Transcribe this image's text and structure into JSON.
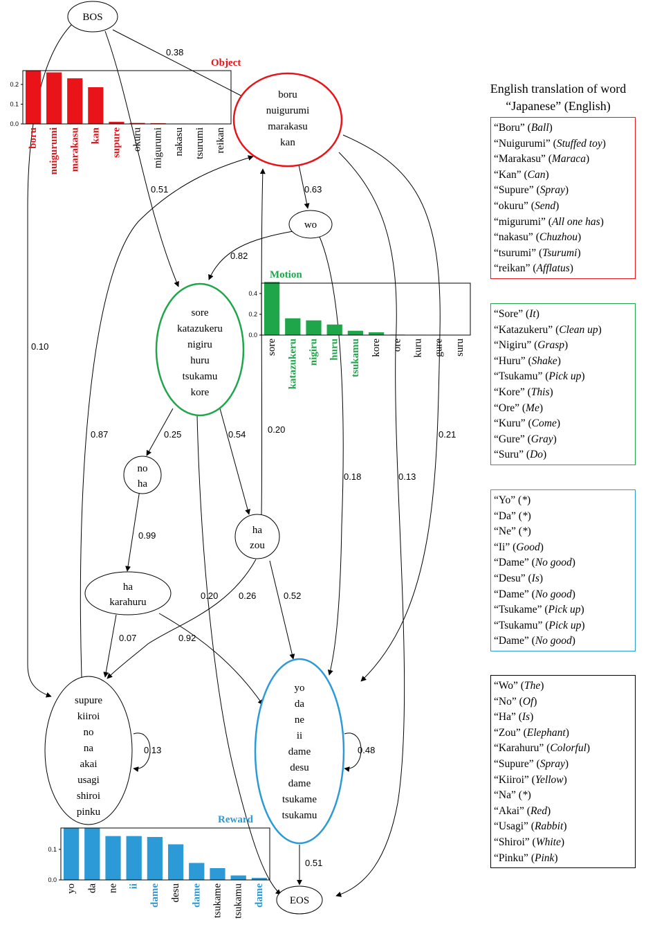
{
  "colors": {
    "object": "#e8141a",
    "motion": "#1fa64a",
    "reward": "#2b9ad6",
    "black": "#000000"
  },
  "nodes": {
    "bos": [
      "BOS"
    ],
    "object": [
      "boru",
      "nuigurumi",
      "marakasu",
      "kan"
    ],
    "wo": [
      "wo"
    ],
    "motion": [
      "sore",
      "katazukeru",
      "nigiru",
      "huru",
      "tsukamu",
      "kore"
    ],
    "noha": [
      "no",
      "ha"
    ],
    "hazou": [
      "ha",
      "zou"
    ],
    "hakara": [
      "ha",
      "karahuru"
    ],
    "supure": [
      "supure",
      "kiiroi",
      "no",
      "na",
      "akai",
      "usagi",
      "shiroi",
      "pinku"
    ],
    "reward": [
      "yo",
      "da",
      "ne",
      "ii",
      "dame",
      "desu",
      "dame",
      "tsukame",
      "tsukamu"
    ],
    "eos": [
      "EOS"
    ]
  },
  "edges": [
    "0.38",
    "0.63",
    "0.82",
    "0.51",
    "0.10",
    "0.87",
    "0.25",
    "0.54",
    "0.20",
    "0.99",
    "0.20",
    "0.26",
    "0.52",
    "0.18",
    "0.13",
    "0.21",
    "0.07",
    "0.92",
    "0.13",
    "0.48",
    "0.51"
  ],
  "chart_data": [
    {
      "type": "bar",
      "title": "Object",
      "categories": [
        "boru",
        "nuigurumi",
        "marakasu",
        "kan",
        "supure",
        "okuru",
        "migurumi",
        "nakasu",
        "tsurumi",
        "reikan"
      ],
      "values": [
        0.27,
        0.26,
        0.23,
        0.185,
        0.01,
        0.004,
        0.003,
        0.001,
        0.001,
        0.001
      ],
      "highlighted": [
        true,
        true,
        true,
        true,
        true,
        false,
        false,
        false,
        false,
        false
      ],
      "yticks": [
        "0.0",
        "0.1",
        "0.2"
      ],
      "ylim": [
        0,
        0.27
      ]
    },
    {
      "type": "bar",
      "title": "Motion",
      "categories": [
        "sore",
        "katazukeru",
        "nigiru",
        "huru",
        "tsukamu",
        "kore",
        "ore",
        "kuru",
        "gure",
        "suru"
      ],
      "values": [
        0.51,
        0.16,
        0.14,
        0.1,
        0.04,
        0.025,
        0.003,
        0.002,
        0.002,
        0.001
      ],
      "highlighted": [
        false,
        true,
        true,
        true,
        true,
        false,
        false,
        false,
        false,
        false
      ],
      "yticks": [
        "0.0",
        "0.2",
        "0.4"
      ],
      "ylim": [
        0,
        0.5
      ]
    },
    {
      "type": "bar",
      "title": "Reward",
      "categories": [
        "yo",
        "da",
        "ne",
        "ii",
        "dame",
        "desu",
        "dame",
        "tsukame",
        "tsukamu",
        "dame"
      ],
      "values": [
        0.17,
        0.17,
        0.143,
        0.143,
        0.14,
        0.116,
        0.055,
        0.038,
        0.014,
        0.006
      ],
      "highlighted": [
        false,
        false,
        false,
        true,
        true,
        false,
        true,
        false,
        false,
        true
      ],
      "yticks": [
        "0.0",
        "0.1"
      ],
      "ylim": [
        0,
        0.17
      ]
    }
  ],
  "translation": {
    "title_line1": "English translation of word",
    "title_line2": "“Japanese” (English)",
    "object": [
      [
        "“Boru”",
        "Ball"
      ],
      [
        "“Nuigurumi”",
        "Stuffed toy"
      ],
      [
        "“Marakasu”",
        "Maraca"
      ],
      [
        "“Kan”",
        "Can"
      ],
      [
        "“Supure”",
        "Spray"
      ],
      [
        "“okuru”",
        "Send"
      ],
      [
        "“migurumi”",
        "All one has"
      ],
      [
        "“nakasu”",
        "Chuzhou"
      ],
      [
        "“tsurumi”",
        "Tsurumi"
      ],
      [
        "“reikan”",
        "Afflatus"
      ]
    ],
    "motion": [
      [
        "“Sore”",
        "It"
      ],
      [
        "“Katazukeru”",
        "Clean up"
      ],
      [
        "“Nigiru”",
        "Grasp"
      ],
      [
        "“Huru”",
        "Shake"
      ],
      [
        "“Tsukamu”",
        "Pick up"
      ],
      [
        "“Kore”",
        "This"
      ],
      [
        "“Ore”",
        "Me"
      ],
      [
        "“Kuru”",
        "Come"
      ],
      [
        "“Gure”",
        "Gray"
      ],
      [
        "“Suru”",
        "Do"
      ]
    ],
    "reward": [
      [
        "“Yo”",
        "*"
      ],
      [
        "“Da”",
        "*"
      ],
      [
        "“Ne”",
        "*"
      ],
      [
        "“Ii”",
        "Good"
      ],
      [
        "“Dame”",
        "No good"
      ],
      [
        "“Desu”",
        "Is"
      ],
      [
        "“Dame”",
        "No good"
      ],
      [
        "“Tsukame”",
        "Pick up"
      ],
      [
        "“Tsukamu”",
        "Pick up"
      ],
      [
        "“Dame”",
        "No good"
      ]
    ],
    "function": [
      [
        "“Wo”",
        "The"
      ],
      [
        "“No”",
        "Of"
      ],
      [
        "“Ha”",
        "Is"
      ],
      [
        "“Zou”",
        "Elephant"
      ],
      [
        "“Karahuru”",
        "Colorful"
      ],
      [
        "“Supure”",
        "Spray"
      ],
      [
        "“Kiiroi”",
        "Yellow"
      ],
      [
        "“Na”",
        "*"
      ],
      [
        "“Akai”",
        "Red"
      ],
      [
        "“Usagi”",
        "Rabbit"
      ],
      [
        "“Shiroi”",
        "White"
      ],
      [
        "“Pinku”",
        "Pink"
      ]
    ]
  }
}
